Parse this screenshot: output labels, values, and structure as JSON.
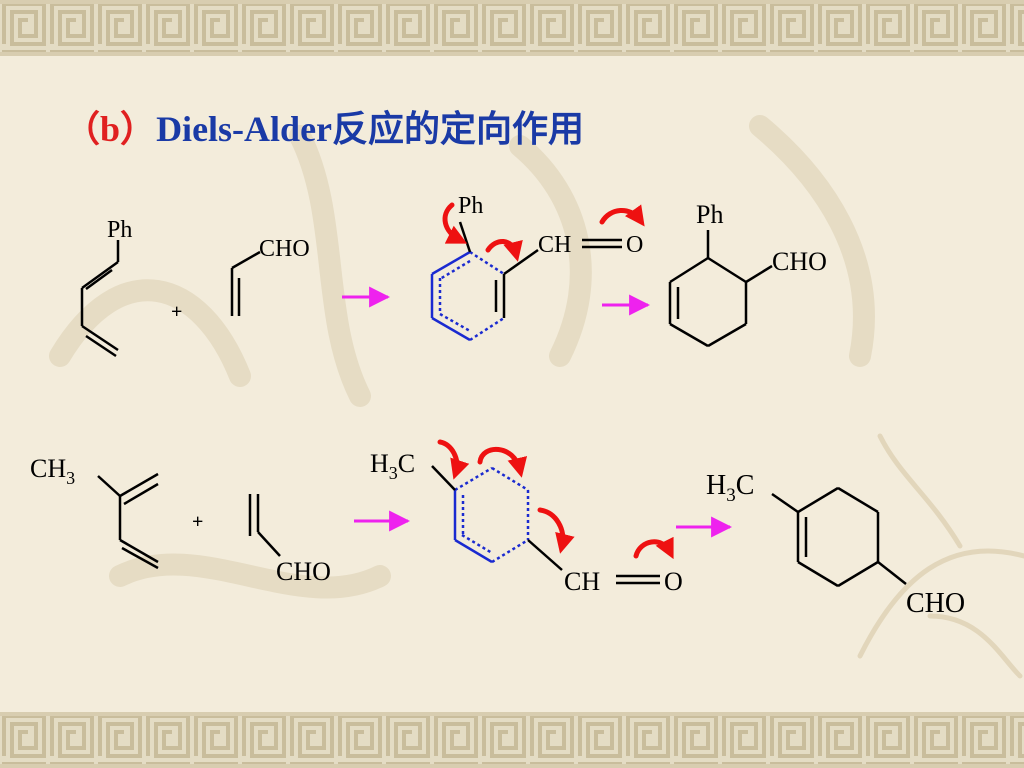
{
  "title": {
    "paren_open": "（",
    "paren_letter": "b",
    "paren_close": "）",
    "text": "Diels-Alder反应的定向作用"
  },
  "reaction1": {
    "diene_sub": "Ph",
    "plus": "+",
    "dienophile_sub": "CHO",
    "ts_sub_top": "Ph",
    "ts_ch": "CH",
    "ts_o": "O",
    "product_sub_top": "Ph",
    "product_sub": "CHO"
  },
  "reaction2": {
    "diene_sub_main": "CH",
    "diene_sub_idx": "3",
    "plus": "+",
    "dienophile_sub": "CHO",
    "ts_h": "H",
    "ts_idx": "3",
    "ts_c": "C",
    "ts_ch": "CH",
    "ts_o": "O",
    "product_h": "H",
    "product_idx": "3",
    "product_c": "C",
    "product_sub": "CHO"
  },
  "colors": {
    "title_blue": "#1a3aa6",
    "paren_red": "#e02020",
    "arrow_magenta": "#ee22ee",
    "curly_red": "#ee1111",
    "ts_bond_blue": "#1a2ad0",
    "background": "#f3ecdb",
    "band": "#d9cfb4"
  }
}
